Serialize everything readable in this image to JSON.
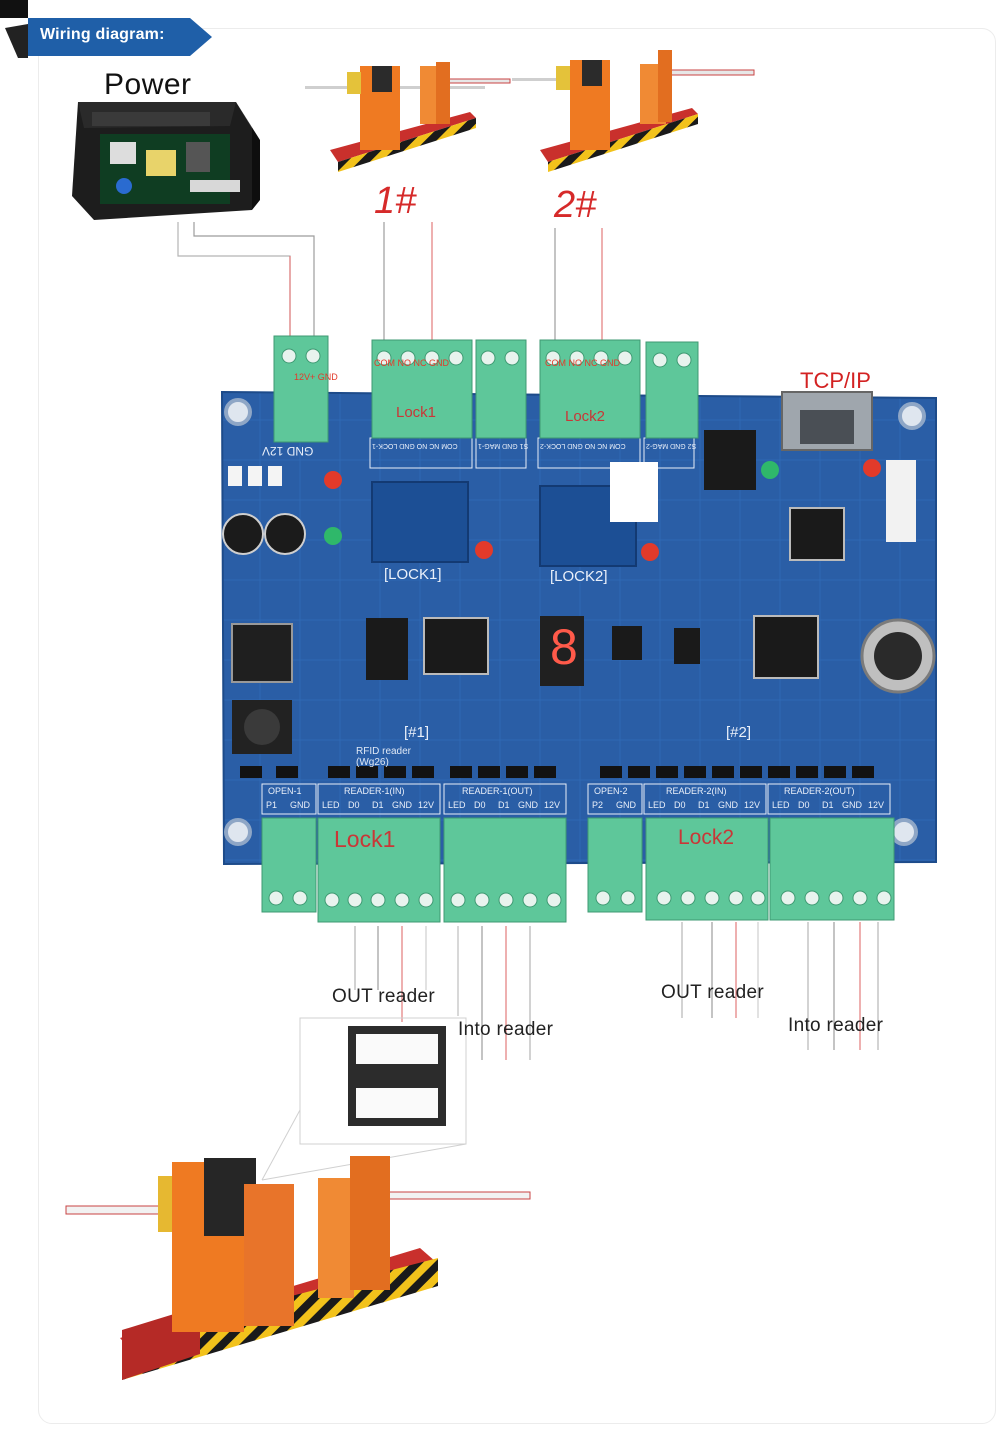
{
  "header": {
    "title": "Wiring diagram:"
  },
  "power": {
    "label": "Power"
  },
  "gates": [
    {
      "label": "1#"
    },
    {
      "label": "2#"
    }
  ],
  "top_terminals": {
    "power_pins": "12V+  GND",
    "lock1_pins": "COM  NO  NC  GND",
    "lock2_pins": "COM  NO  NC  GND",
    "lock1_label": "Lock1",
    "lock2_label": "Lock2"
  },
  "network": {
    "label": "TCP/IP"
  },
  "board": {
    "silk_power": "GND 12V",
    "relay1": "[LOCK1]",
    "relay2": "[LOCK2]",
    "header_lock1": "COM NC NO GND  LOCK-1",
    "header_mag1": "S1 GND  MAG-1",
    "header_lock2": "COM NC NO GND  LOCK-2",
    "header_mag2": "S2 GND  MAG-2",
    "segment_digit": "8",
    "group1": "[#1]",
    "group2": "[#2]",
    "rfid_note": "RFID reader (Wg26)",
    "bottom_headers": [
      {
        "title": "OPEN-1",
        "pins": [
          "P1",
          "GND"
        ]
      },
      {
        "title": "READER-1(IN)",
        "pins": [
          "LED",
          "D0",
          "D1",
          "GND",
          "12V"
        ]
      },
      {
        "title": "READER-1(OUT)",
        "pins": [
          "LED",
          "D0",
          "D1",
          "GND",
          "12V"
        ]
      },
      {
        "title": "OPEN-2",
        "pins": [
          "P2",
          "GND"
        ]
      },
      {
        "title": "READER-2(IN)",
        "pins": [
          "LED",
          "D0",
          "D1",
          "GND",
          "12V"
        ]
      },
      {
        "title": "READER-2(OUT)",
        "pins": [
          "LED",
          "D0",
          "D1",
          "GND",
          "12V"
        ]
      }
    ],
    "bottom_lock1": "Lock1",
    "bottom_lock2": "Lock2"
  },
  "readers": {
    "out1": "OUT reader",
    "into1": "Into reader",
    "out2": "OUT reader",
    "into2": "Into reader"
  },
  "colors": {
    "ribbon": "#1f5fa8",
    "pcb": "#2a5fa8",
    "terminal": "#5ec79a",
    "label_red": "#d62a2a",
    "barrier": "#e8742a"
  }
}
